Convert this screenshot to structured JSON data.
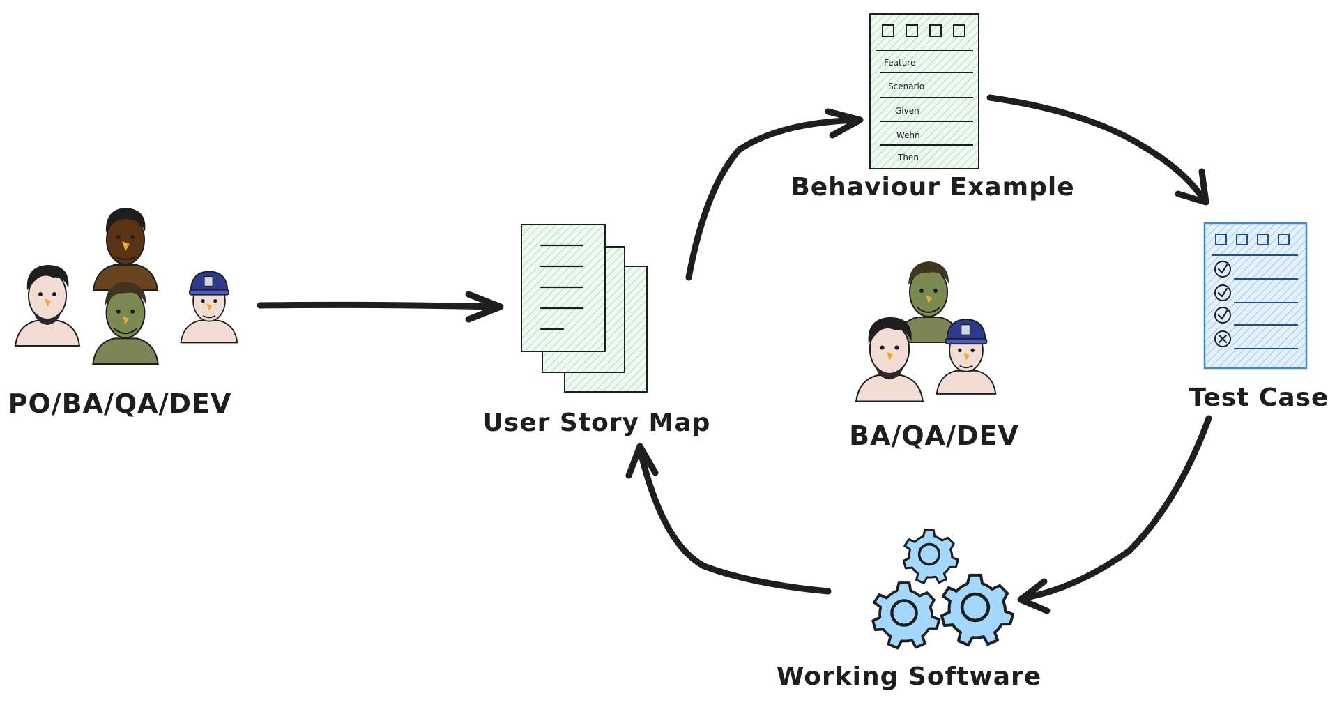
{
  "labels": {
    "team_all": "PO/BA/QA/DEV",
    "user_story_map": "User Story Map",
    "behaviour_example": "Behaviour Example",
    "team_delivery": "BA/QA/DEV",
    "test_case": "Test Case",
    "working_software": "Working Software"
  },
  "behaviour_doc": {
    "lines": [
      "Feature",
      "Scenario",
      "Given",
      "Wehn",
      "Then"
    ]
  },
  "colors": {
    "ink": "#1e1e1e",
    "doc_green_fill": "#e6f7ea",
    "doc_green_hatch": "#8fd3a0",
    "test_blue_fill": "#dcecfb",
    "test_blue_stroke": "#3b8ad8",
    "gear_fill": "#a5d8ff"
  }
}
